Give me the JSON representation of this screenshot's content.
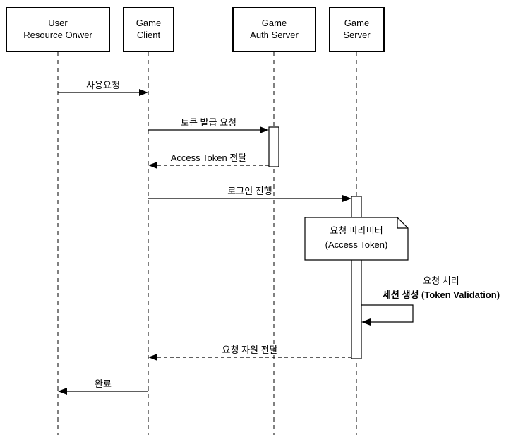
{
  "diagram": {
    "type": "sequence-diagram",
    "actors": [
      {
        "id": "user-resource-owner",
        "line1": "User",
        "line2": "Resource Onwer"
      },
      {
        "id": "game-client",
        "line1": "Game",
        "line2": "Client"
      },
      {
        "id": "game-auth-server",
        "line1": "Game",
        "line2": "Auth Server"
      },
      {
        "id": "game-server",
        "line1": "Game",
        "line2": "Server"
      }
    ],
    "messages": [
      {
        "label": "사용요청",
        "from": "user-resource-owner",
        "to": "game-client",
        "style": "solid"
      },
      {
        "label": "토큰 발급 요청",
        "from": "game-client",
        "to": "game-auth-server",
        "style": "solid"
      },
      {
        "label": "Access Token 전달",
        "from": "game-auth-server",
        "to": "game-client",
        "style": "dashed"
      },
      {
        "label": "로그인 진행",
        "from": "game-client",
        "to": "game-server",
        "style": "solid"
      },
      {
        "label": "요청 자원 전달",
        "from": "game-server",
        "to": "game-client",
        "style": "dashed"
      },
      {
        "label": "완료",
        "from": "game-client",
        "to": "user-resource-owner",
        "style": "solid"
      }
    ],
    "note": {
      "attached_to": "game-server",
      "line1": "요청 파라미터",
      "line2": "(Access Token)"
    },
    "self_message": {
      "on": "game-server",
      "line1": "요청 처리",
      "line2": "세션 생성 (Token Validation)"
    },
    "colors": {
      "line": "#000000",
      "background": "#ffffff",
      "box_fill": "#ffffff"
    }
  }
}
